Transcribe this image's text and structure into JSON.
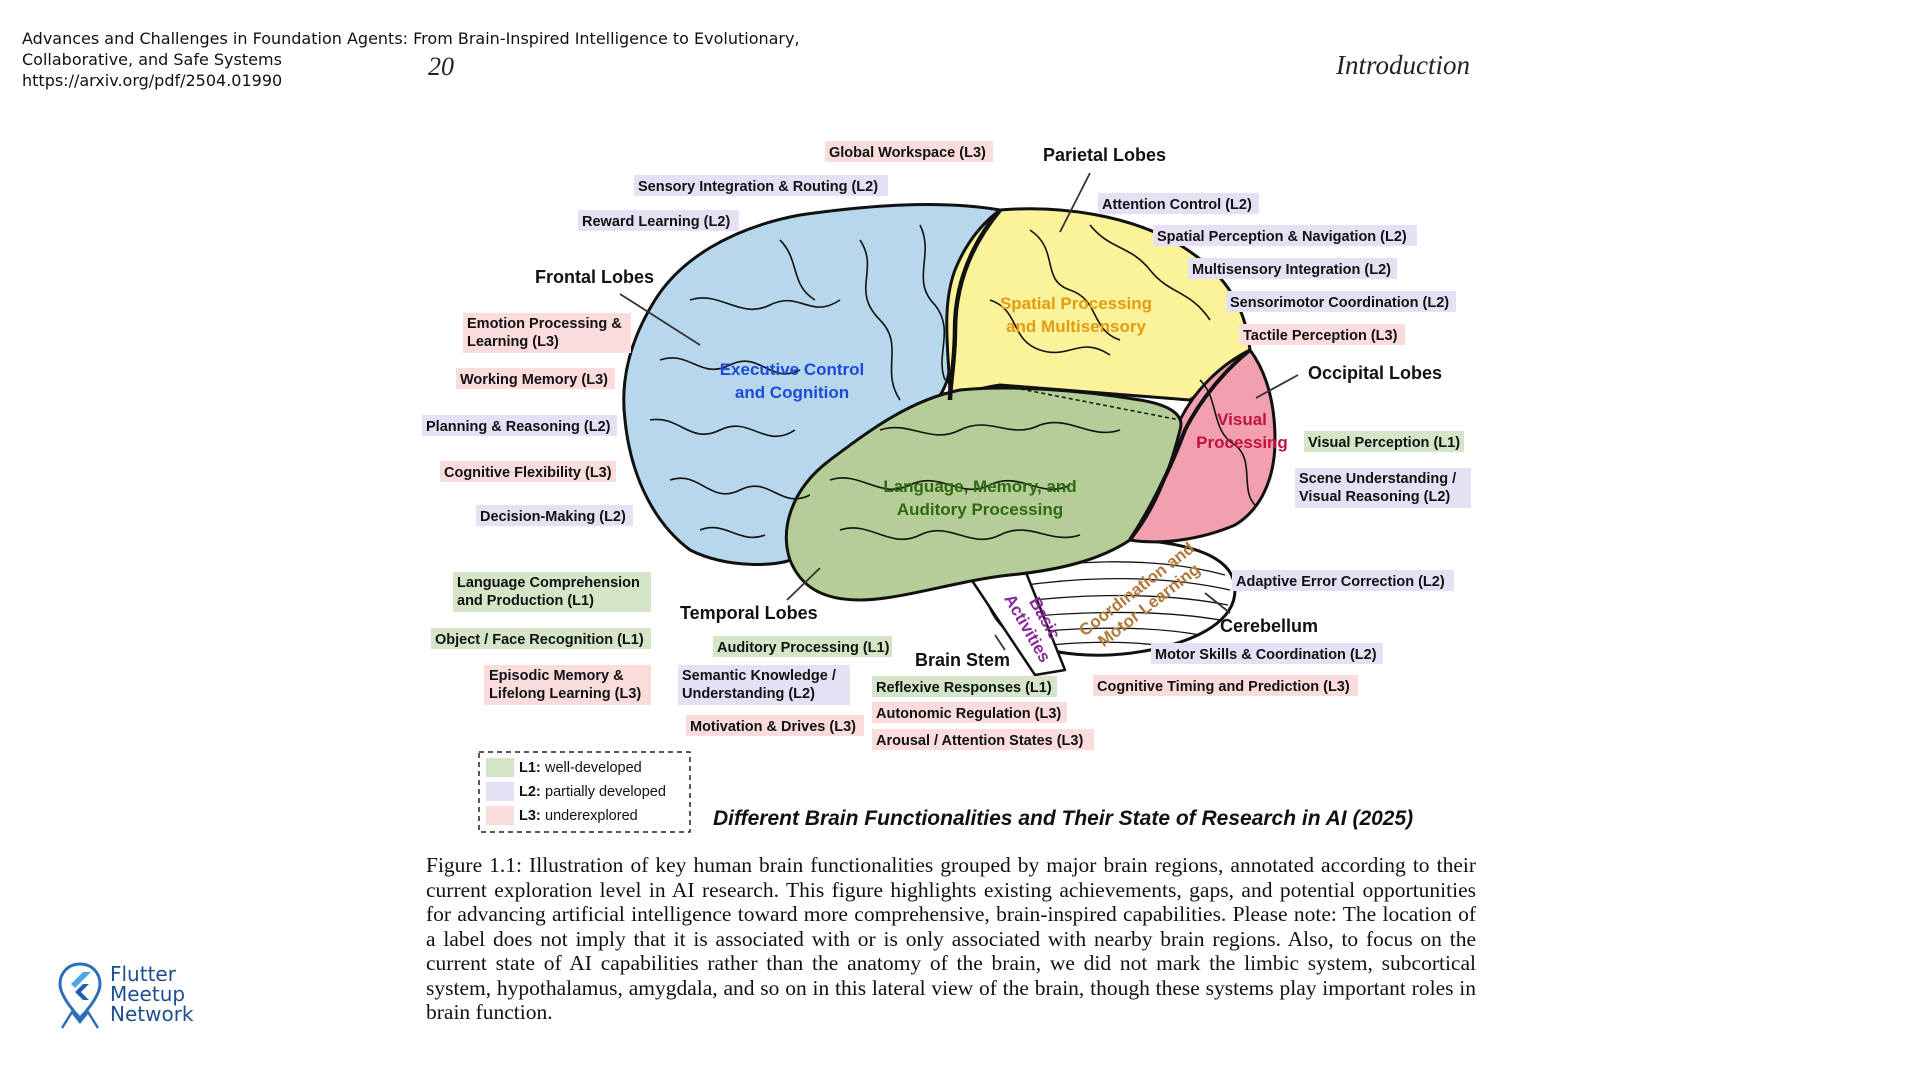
{
  "source": {
    "line1": "Advances and Challenges in Foundation Agents: From Brain-Inspired Intelligence to Evolutionary,",
    "line2": "Collaborative, and Safe Systems",
    "line3": "https://arxiv.org/pdf/2504.01990"
  },
  "page": {
    "number": "20",
    "chapter": "Introduction"
  },
  "colors": {
    "l1_green": "#d5e6c8",
    "l2_purple": "#e6e0f5",
    "l3_pink": "#fadcdc",
    "frontal": "#b7d8ec",
    "parietal": "#fbf39a",
    "occipital": "#f2a0b0",
    "temporal": "#b5cd96",
    "cerebellum": "#ffffff",
    "text_blue": "#1c4bd8",
    "text_orange": "#e59a10",
    "text_red": "#c0123a",
    "text_green": "#2e6a12",
    "text_purple": "#8a2a9a",
    "text_brown": "#b07a3a"
  },
  "regions": {
    "frontal": "Frontal Lobes",
    "parietal": "Parietal Lobes",
    "occipital": "Occipital Lobes",
    "temporal": "Temporal Lobes",
    "cerebellum": "Cerebellum",
    "brainstem": "Brain Stem"
  },
  "inner_labels": {
    "frontal_1": "Executive Control",
    "frontal_2": "and Cognition",
    "parietal_1": "Spatial Processing",
    "parietal_2": "and Multisensory",
    "occipital_1": "Visual",
    "occipital_2": "Processing",
    "temporal_1": "Language, Memory, and",
    "temporal_2": "Auditory Processing",
    "cerebellum_1": "Coordination and",
    "cerebellum_2": "Motor Learning",
    "brainstem_1": "Basic",
    "brainstem_2": "Activities"
  },
  "labels": {
    "global_workspace": "Global Workspace (L3)",
    "sensory_integration": "Sensory Integration & Routing (L2)",
    "reward_learning": "Reward Learning (L2)",
    "emotion_1": "Emotion Processing &",
    "emotion_2": "Learning (L3)",
    "working_memory": "Working Memory (L3)",
    "planning": "Planning & Reasoning (L2)",
    "cognitive_flex": "Cognitive Flexibility (L3)",
    "decision": "Decision-Making (L2)",
    "lang_comp_1": "Language Comprehension",
    "lang_comp_2": "and Production (L1)",
    "object_face": "Object / Face Recognition (L1)",
    "episodic_1": "Episodic Memory &",
    "episodic_2": "Lifelong Learning (L3)",
    "auditory": "Auditory Processing (L1)",
    "semantic_1": "Semantic Knowledge /",
    "semantic_2": "Understanding (L2)",
    "motivation": "Motivation & Drives (L3)",
    "reflexive": "Reflexive Responses (L1)",
    "autonomic": "Autonomic Regulation (L3)",
    "arousal": "Arousal / Attention States (L3)",
    "attention_control": "Attention Control (L2)",
    "spatial_nav": "Spatial Perception & Navigation (L2)",
    "multisensory": "Multisensory Integration (L2)",
    "sensorimotor": "Sensorimotor Coordination (L2)",
    "tactile": "Tactile Perception (L3)",
    "visual_perception": "Visual Perception (L1)",
    "scene_1": "Scene Understanding /",
    "scene_2": "Visual Reasoning (L2)",
    "adaptive_error": "Adaptive Error Correction (L2)",
    "motor_skills": "Motor Skills & Coordination (L2)",
    "cog_timing": "Cognitive Timing and Prediction (L3)"
  },
  "legend": {
    "l1_key": "L1:",
    "l1_text": "well-developed",
    "l2_key": "L2:",
    "l2_text": "partially developed",
    "l3_key": "L3:",
    "l3_text": "underexplored"
  },
  "figure_title": "Different Brain Functionalities and Their State of Research in AI (2025)",
  "caption": "Figure 1.1: Illustration of key human brain functionalities grouped by major brain regions, annotated according to their current exploration level in AI research. This figure highlights existing achievements, gaps, and potential opportunities for advancing artificial intelligence toward more comprehensive, brain-inspired capabilities. Please note: The location of a label does not imply that it is associated with or is only associated with nearby brain regions. Also, to focus on the current state of AI capabilities rather than the anatomy of the brain, we did not mark the limbic system, subcortical system, hypothalamus, amygdala, and so on in this lateral view of the brain, though these systems play important roles in brain function.",
  "logo": {
    "line1": "Flutter",
    "line2": "Meetup",
    "line3": "Network",
    "icon": "flutter-logo-icon"
  }
}
